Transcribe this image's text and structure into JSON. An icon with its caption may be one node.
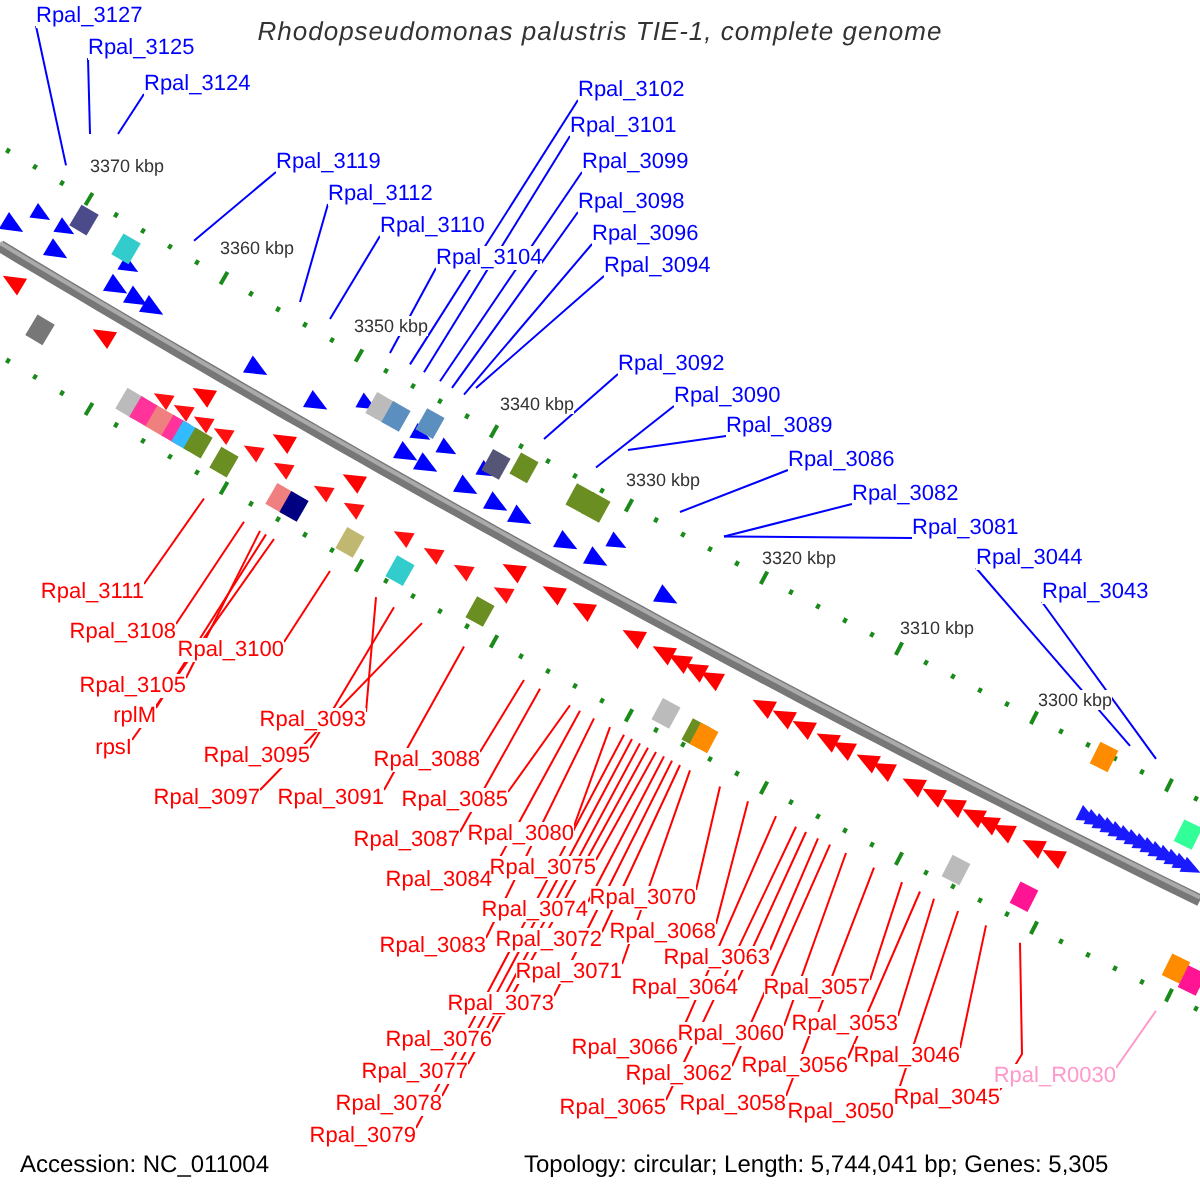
{
  "diagram": {
    "title": "Rhodopseudomonas palustris TIE-1, complete genome",
    "nodes": [
      {
        "text": [
          "Rpal_3127"
        ]
      },
      {
        "text": [
          "Rpal_3125"
        ]
      },
      {
        "text": [
          "Rpal_3124"
        ]
      },
      {
        "text": [
          "Rpal_3119"
        ]
      },
      {
        "text": [
          "Rpal_3112"
        ]
      },
      {
        "text": [
          "Rpal_3110"
        ]
      },
      {
        "text": [
          "Rpal_3104"
        ]
      },
      {
        "text": [
          "Rpal_3102"
        ]
      },
      {
        "text": [
          "Rpal_3101"
        ]
      },
      {
        "text": [
          "Rpal_3099"
        ]
      },
      {
        "text": [
          "Rpal_3098"
        ]
      },
      {
        "text": [
          "Rpal_3096"
        ]
      },
      {
        "text": [
          "Rpal_3094"
        ]
      },
      {
        "text": [
          "Rpal_3092"
        ]
      },
      {
        "text": [
          "Rpal_3090"
        ]
      },
      {
        "text": [
          "Rpal_3089"
        ]
      },
      {
        "text": [
          "Rpal_3086"
        ]
      },
      {
        "text": [
          "Rpal_3082"
        ]
      },
      {
        "text": [
          "Rpal_3081"
        ]
      },
      {
        "text": [
          "Rpal_3044"
        ]
      },
      {
        "text": [
          "Rpal_3043"
        ]
      },
      {
        "text": [
          "Rpal_3111"
        ]
      },
      {
        "text": [
          "Rpal_3108"
        ]
      },
      {
        "text": [
          "Rpal_3100"
        ]
      },
      {
        "text": [
          "Rpal_3105"
        ]
      },
      {
        "text": [
          "rplM"
        ]
      },
      {
        "text": [
          "rpsI"
        ]
      },
      {
        "text": [
          "Rpal_3093"
        ]
      },
      {
        "text": [
          "Rpal_3095"
        ]
      },
      {
        "text": [
          "Rpal_3097"
        ]
      },
      {
        "text": [
          "Rpal_3091"
        ]
      },
      {
        "text": [
          "Rpal_3088"
        ]
      },
      {
        "text": [
          "Rpal_3085"
        ]
      },
      {
        "text": [
          "Rpal_3087"
        ]
      },
      {
        "text": [
          "Rpal_3080"
        ]
      },
      {
        "text": [
          "Rpal_3084"
        ]
      },
      {
        "text": [
          "Rpal_3075"
        ]
      },
      {
        "text": [
          "Rpal_3074"
        ]
      },
      {
        "text": [
          "Rpal_3070"
        ]
      },
      {
        "text": [
          "Rpal_3083"
        ]
      },
      {
        "text": [
          "Rpal_3072"
        ]
      },
      {
        "text": [
          "Rpal_3068"
        ]
      },
      {
        "text": [
          "Rpal_3071"
        ]
      },
      {
        "text": [
          "Rpal_3063"
        ]
      },
      {
        "text": [
          "Rpal_3064"
        ]
      },
      {
        "text": [
          "Rpal_3057"
        ]
      },
      {
        "text": [
          "Rpal_3073"
        ]
      },
      {
        "text": [
          "Rpal_3066"
        ]
      },
      {
        "text": [
          "Rpal_3060"
        ]
      },
      {
        "text": [
          "Rpal_3053"
        ]
      },
      {
        "text": [
          "Rpal_3076"
        ]
      },
      {
        "text": [
          "Rpal_3062"
        ]
      },
      {
        "text": [
          "Rpal_3056"
        ]
      },
      {
        "text": [
          "Rpal_3046"
        ]
      },
      {
        "text": [
          "Rpal_3077"
        ]
      },
      {
        "text": [
          "Rpal_R0030"
        ]
      },
      {
        "text": [
          "Rpal_3058"
        ]
      },
      {
        "text": [
          "Rpal_3045"
        ]
      },
      {
        "text": [
          "Rpal_3065"
        ]
      },
      {
        "text": [
          "Rpal_3050"
        ]
      },
      {
        "text": [
          "Rpal_3078"
        ]
      },
      {
        "text": [
          "Rpal_3079"
        ]
      }
    ],
    "edges": [
      {
        "from": 0,
        "to": null,
        "arrow": "none",
        "color": "#0000ff"
      },
      {
        "from": 1,
        "to": null,
        "arrow": "none",
        "color": "#0000ff"
      },
      {
        "from": 2,
        "to": null,
        "arrow": "none",
        "color": "#0000ff"
      },
      {
        "from": 3,
        "to": null,
        "arrow": "none",
        "color": "#0000ff"
      },
      {
        "from": 4,
        "to": null,
        "arrow": "none",
        "color": "#0000ff"
      },
      {
        "from": 5,
        "to": null,
        "arrow": "none",
        "color": "#0000ff"
      },
      {
        "from": 6,
        "to": null,
        "arrow": "none",
        "color": "#0000ff"
      },
      {
        "from": 7,
        "to": null,
        "arrow": "none",
        "color": "#0000ff"
      },
      {
        "from": 8,
        "to": null,
        "arrow": "none",
        "color": "#0000ff"
      },
      {
        "from": 9,
        "to": null,
        "arrow": "none",
        "color": "#0000ff"
      },
      {
        "from": 10,
        "to": null,
        "arrow": "none",
        "color": "#0000ff"
      },
      {
        "from": 11,
        "to": null,
        "arrow": "none",
        "color": "#0000ff"
      },
      {
        "from": 12,
        "to": null,
        "arrow": "none",
        "color": "#0000ff"
      },
      {
        "from": 13,
        "to": null,
        "arrow": "none",
        "color": "#0000ff"
      },
      {
        "from": 14,
        "to": null,
        "arrow": "none",
        "color": "#0000ff"
      },
      {
        "from": 15,
        "to": null,
        "arrow": "none",
        "color": "#0000ff"
      },
      {
        "from": 16,
        "to": null,
        "arrow": "none",
        "color": "#0000ff"
      },
      {
        "from": 17,
        "to": null,
        "arrow": "none",
        "color": "#0000ff"
      },
      {
        "from": 18,
        "to": null,
        "arrow": "none",
        "color": "#0000ff"
      },
      {
        "from": 19,
        "to": null,
        "arrow": "none",
        "color": "#0000ff"
      },
      {
        "from": 20,
        "to": null,
        "arrow": "none",
        "color": "#0000ff"
      },
      {
        "from": 21,
        "to": null,
        "arrow": "none"
      },
      {
        "from": 22,
        "to": null,
        "arrow": "none"
      },
      {
        "from": 23,
        "to": null,
        "arrow": "none"
      },
      {
        "from": 24,
        "to": null,
        "arrow": "none"
      },
      {
        "from": 25,
        "to": null,
        "arrow": "none"
      },
      {
        "from": 26,
        "to": null,
        "arrow": "none"
      },
      {
        "from": 27,
        "to": null,
        "arrow": "none"
      },
      {
        "from": 28,
        "to": null,
        "arrow": "none"
      },
      {
        "from": 29,
        "to": null,
        "arrow": "none"
      },
      {
        "from": 30,
        "to": null,
        "arrow": "none"
      },
      {
        "from": 31,
        "to": null,
        "arrow": "none"
      },
      {
        "from": 32,
        "to": null,
        "arrow": "none"
      },
      {
        "from": 33,
        "to": null,
        "arrow": "none"
      },
      {
        "from": 34,
        "to": null,
        "arrow": "none"
      },
      {
        "from": 35,
        "to": null,
        "arrow": "none"
      },
      {
        "from": 36,
        "to": null,
        "arrow": "none"
      },
      {
        "from": 37,
        "to": null,
        "arrow": "none"
      },
      {
        "from": 38,
        "to": null,
        "arrow": "none"
      },
      {
        "from": 39,
        "to": null,
        "arrow": "none"
      },
      {
        "from": 40,
        "to": null,
        "arrow": "none"
      },
      {
        "from": 41,
        "to": null,
        "arrow": "none"
      },
      {
        "from": 42,
        "to": null,
        "arrow": "none"
      },
      {
        "from": 43,
        "to": null,
        "arrow": "none"
      },
      {
        "from": 44,
        "to": null,
        "arrow": "none"
      },
      {
        "from": 45,
        "to": null,
        "arrow": "none"
      },
      {
        "from": 46,
        "to": null,
        "arrow": "none"
      },
      {
        "from": 47,
        "to": null,
        "arrow": "none"
      },
      {
        "from": 48,
        "to": null,
        "arrow": "none"
      },
      {
        "from": 49,
        "to": null,
        "arrow": "none"
      },
      {
        "from": 50,
        "to": null,
        "arrow": "none"
      },
      {
        "from": 51,
        "to": null,
        "arrow": "none"
      },
      {
        "from": 52,
        "to": null,
        "arrow": "none"
      },
      {
        "from": 53,
        "to": null,
        "arrow": "none"
      },
      {
        "from": 54,
        "to": null,
        "arrow": "none"
      },
      {
        "from": 55,
        "to": null,
        "arrow": "none",
        "color": "#ff99cc"
      },
      {
        "from": 56,
        "to": null,
        "arrow": "none"
      },
      {
        "from": 57,
        "to": null,
        "arrow": "none"
      },
      {
        "from": 58,
        "to": null,
        "arrow": "none"
      },
      {
        "from": 59,
        "to": null,
        "arrow": "none"
      },
      {
        "from": 60,
        "to": null,
        "arrow": "none"
      },
      {
        "from": 61,
        "to": null,
        "arrow": "none"
      }
    ],
    "labels": [
      "3370 kbp",
      "3360 kbp",
      "3350 kbp",
      "3340 kbp",
      "3330 kbp",
      "3320 kbp",
      "3310 kbp",
      "3300 kbp",
      "Accession: NC_011004",
      "Topology: circular; Length: 5,744,041 bp; Genes: 5,305"
    ]
  }
}
